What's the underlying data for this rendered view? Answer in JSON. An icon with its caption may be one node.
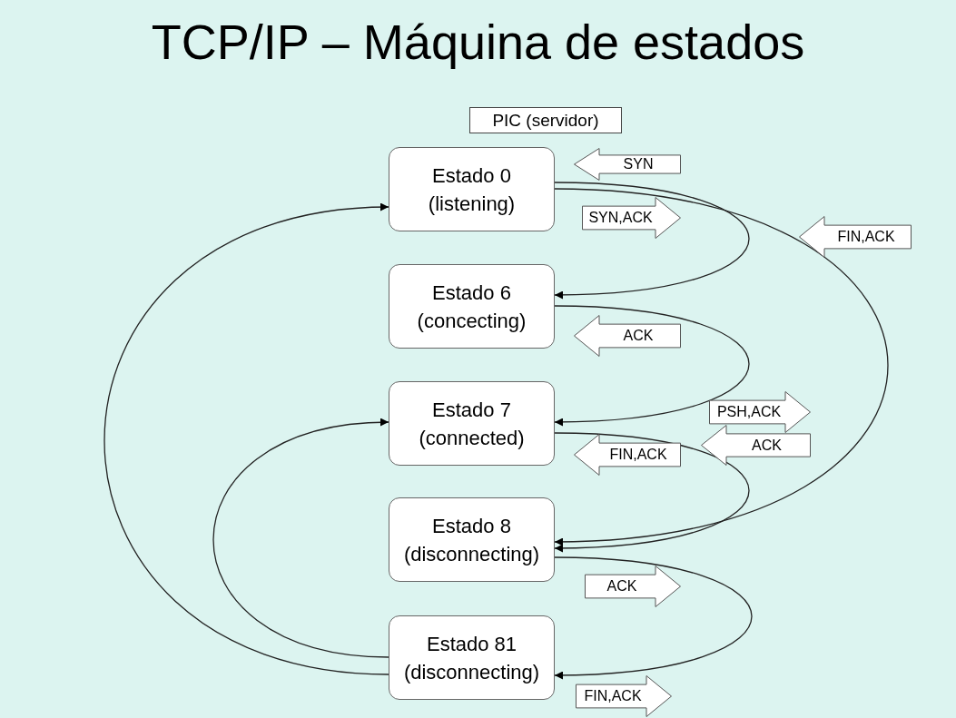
{
  "diagram": {
    "title": "TCP/IP – Máquina de estados",
    "nodes": [
      {
        "text": [
          "PIC (servidor)"
        ]
      },
      {
        "text": [
          "Estado 0",
          "(listening)"
        ]
      },
      {
        "text": [
          "Estado 6",
          "(concecting)"
        ]
      },
      {
        "text": [
          "Estado 7",
          "(connected)"
        ]
      },
      {
        "text": [
          "Estado 8",
          "(disconnecting)"
        ]
      },
      {
        "text": [
          "Estado 81",
          "(disconnecting)"
        ]
      },
      {
        "text": [
          "SYN"
        ]
      },
      {
        "text": [
          "SYN,ACK"
        ]
      },
      {
        "text": [
          "FIN,ACK"
        ]
      },
      {
        "text": [
          "ACK"
        ]
      },
      {
        "text": [
          "PSH,ACK"
        ]
      },
      {
        "text": [
          "ACK"
        ]
      },
      {
        "text": [
          "FIN,ACK"
        ]
      },
      {
        "text": [
          "ACK"
        ]
      },
      {
        "text": [
          "FIN,ACK"
        ]
      }
    ],
    "edges": [
      {
        "from": 1,
        "to": 2,
        "arrow": "to"
      },
      {
        "from": 1,
        "to": 4,
        "arrow": "to"
      },
      {
        "from": 2,
        "to": 3,
        "arrow": "to"
      },
      {
        "from": 3,
        "to": 4,
        "arrow": "to"
      },
      {
        "from": 4,
        "to": 5,
        "arrow": "to"
      },
      {
        "from": 5,
        "to": 3,
        "arrow": "to"
      },
      {
        "from": 5,
        "to": 1,
        "arrow": "to"
      }
    ]
  }
}
